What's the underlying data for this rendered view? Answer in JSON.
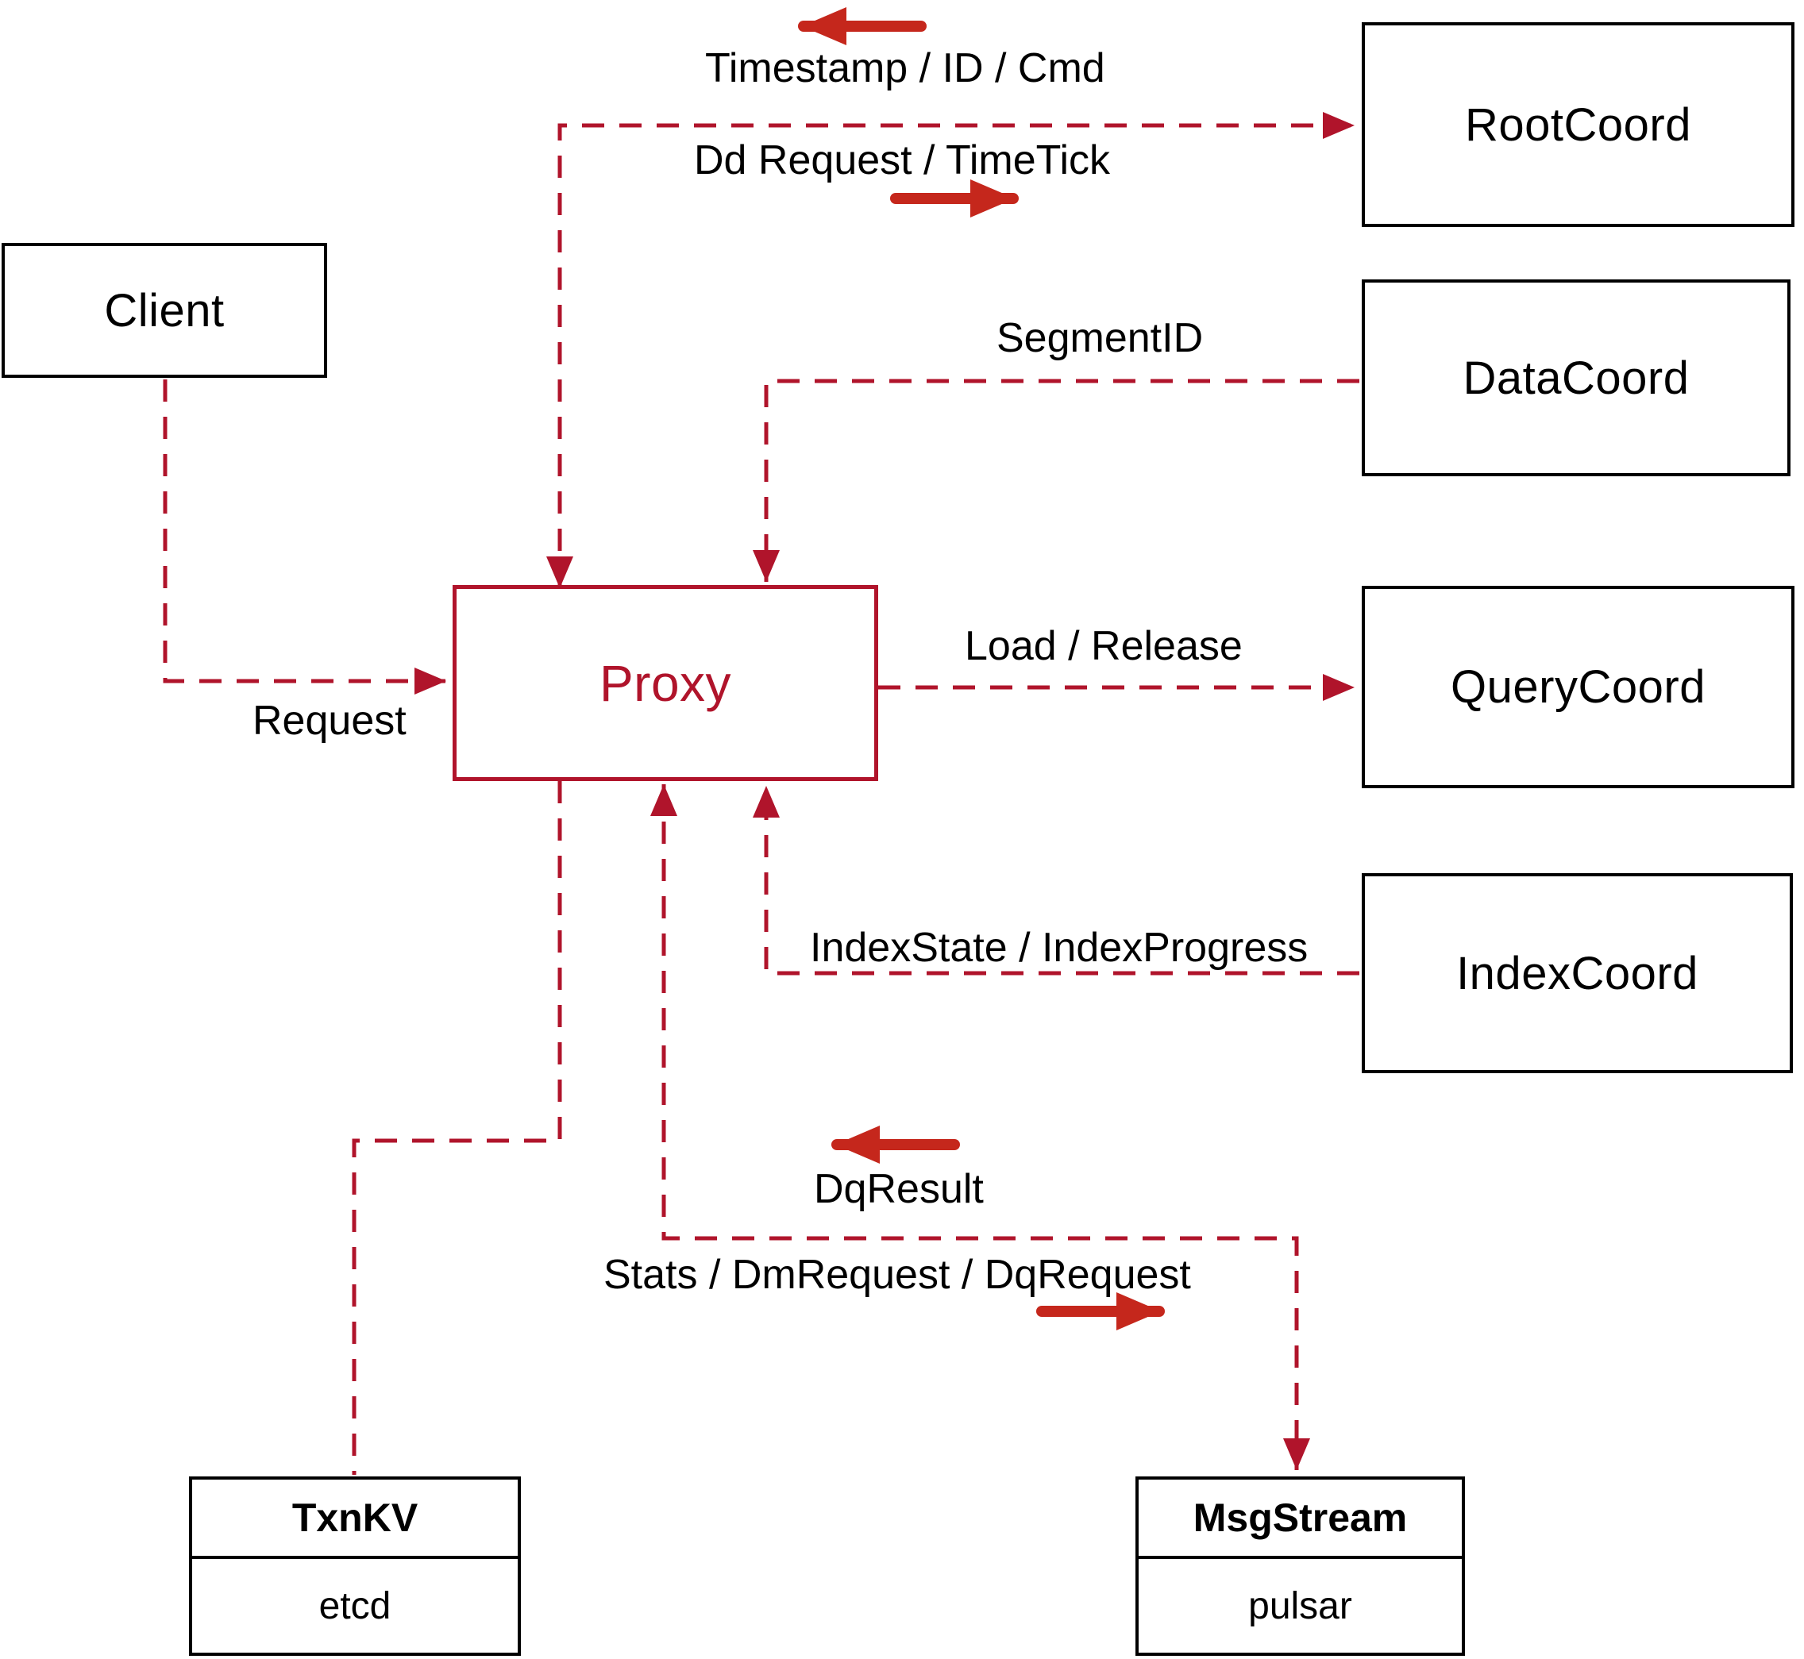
{
  "diagram": {
    "nodes": {
      "client": {
        "label": "Client"
      },
      "rootcoord": {
        "label": "RootCoord"
      },
      "datacoord": {
        "label": "DataCoord"
      },
      "querycoord": {
        "label": "QueryCoord"
      },
      "indexcoord": {
        "label": "IndexCoord"
      },
      "proxy": {
        "label": "Proxy"
      },
      "txnkv": {
        "label": "TxnKV",
        "impl": "etcd"
      },
      "msgstream": {
        "label": "MsgStream",
        "impl": "pulsar"
      }
    },
    "edges": {
      "root_up": "Timestamp / ID / Cmd",
      "root_down": "Dd Request / TimeTick",
      "segment": "SegmentID",
      "query": "Load / Release",
      "index": "IndexState / IndexProgress",
      "request": "Request",
      "dq_result": "DqResult",
      "stats": "Stats / DmRequest / DqRequest"
    },
    "colors": {
      "connector": "#b0142b",
      "direction_arrow": "#c5271c",
      "box_border": "#000000",
      "text": "#000000"
    }
  }
}
